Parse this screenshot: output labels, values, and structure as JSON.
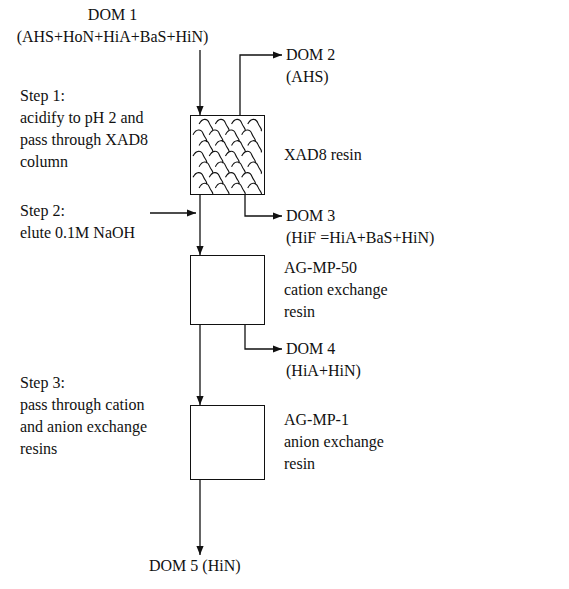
{
  "diagram": {
    "nodes": [
      {
        "text": [
          "DOM 1",
          "(AHS+HoN+HiA+BaS+HiN)"
        ]
      },
      {
        "text": [
          "XAD8 resin"
        ]
      },
      {
        "text": [
          "DOM 2",
          "(AHS)"
        ]
      },
      {
        "text": [
          "DOM 3",
          "(HiF =HiA+BaS+HiN)"
        ]
      },
      {
        "text": [
          "AG-MP-50 cation exchange resin"
        ]
      },
      {
        "text": [
          "DOM 4",
          "(HiA+HiN)"
        ]
      },
      {
        "text": [
          "AG-MP-1 anion exchange resin"
        ]
      },
      {
        "text": [
          "DOM 5 (HiN)"
        ]
      }
    ],
    "edges": [
      {
        "from": 0,
        "to": 1,
        "arrow": "to"
      },
      {
        "from": 1,
        "to": 2,
        "arrow": "to"
      },
      {
        "from": 1,
        "to": 3,
        "arrow": "to"
      },
      {
        "from": 1,
        "to": 4,
        "arrow": "to"
      },
      {
        "from": 4,
        "to": 5,
        "arrow": "to"
      },
      {
        "from": 4,
        "to": 6,
        "arrow": "to"
      },
      {
        "from": 6,
        "to": 7,
        "arrow": "to"
      }
    ],
    "labels": [
      "Step 1:",
      "acidify to pH 2 and pass through XAD8 column",
      "Step 2:",
      "elute 0.1M NaOH",
      "Step 3:",
      "pass through cation and anion exchange resins"
    ]
  }
}
